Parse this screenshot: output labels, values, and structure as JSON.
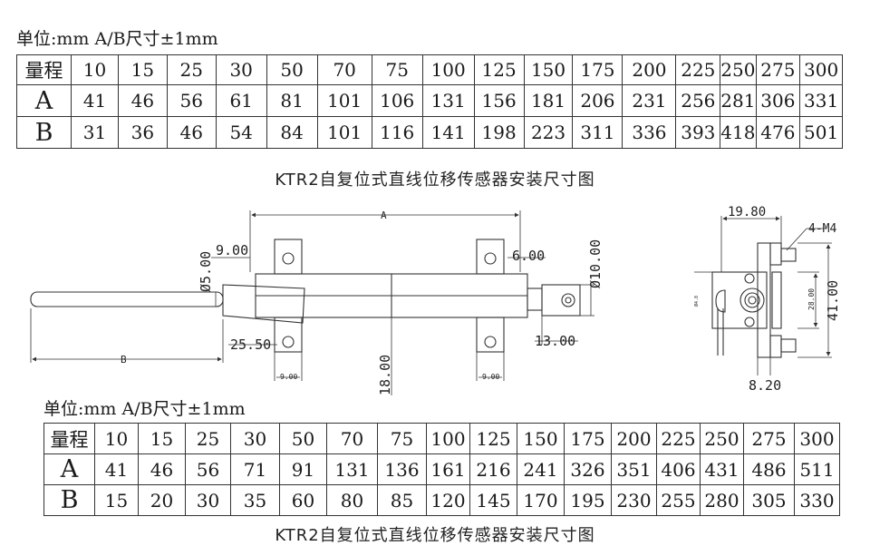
{
  "top": {
    "unit_label": "单位:mm A/B尺寸±1mm",
    "row_labels": [
      "量程",
      "A",
      "B"
    ],
    "range": [
      "10",
      "15",
      "25",
      "30",
      "50",
      "70",
      "75",
      "100",
      "125",
      "150",
      "175",
      "200",
      "225",
      "250",
      "275",
      "300"
    ],
    "a": [
      "41",
      "46",
      "56",
      "61",
      "81",
      "101",
      "106",
      "131",
      "156",
      "181",
      "206",
      "231",
      "256",
      "281",
      "306",
      "331"
    ],
    "b": [
      "31",
      "36",
      "46",
      "54",
      "84",
      "101",
      "116",
      "141",
      "198",
      "223",
      "311",
      "336",
      "393",
      "418",
      "476",
      "501"
    ]
  },
  "drawing_title": "KTR2自复位式直线位移传感器安装尺寸图",
  "dims": {
    "a": "A",
    "b": "B",
    "d9": "9.00",
    "d5": "Ø5.00",
    "d6": "6.00",
    "d10": "Ø10.00",
    "d255": "25.50",
    "d13": "13.00",
    "d18": "18.00",
    "d9s": "9.00",
    "d1980": "19.80",
    "m4": "4-M4",
    "d28": "28.00",
    "d41": "41.00",
    "d820": "8.20",
    "d48": "Ø4.8"
  },
  "bottom": {
    "unit_label": "单位:mm A/B尺寸±1mm",
    "row_labels": [
      "量程",
      "A",
      "B"
    ],
    "range": [
      "10",
      "15",
      "25",
      "30",
      "50",
      "70",
      "75",
      "100",
      "125",
      "150",
      "175",
      "200",
      "225",
      "250",
      "275",
      "300"
    ],
    "a": [
      "41",
      "46",
      "56",
      "71",
      "91",
      "131",
      "136",
      "161",
      "216",
      "241",
      "326",
      "351",
      "406",
      "431",
      "486",
      "511"
    ],
    "b": [
      "15",
      "20",
      "30",
      "35",
      "60",
      "80",
      "85",
      "120",
      "145",
      "170",
      "195",
      "230",
      "255",
      "280",
      "305",
      "330"
    ]
  },
  "footer_title_partial": "KTR2自复位式直线位移传感器安装尺寸图"
}
